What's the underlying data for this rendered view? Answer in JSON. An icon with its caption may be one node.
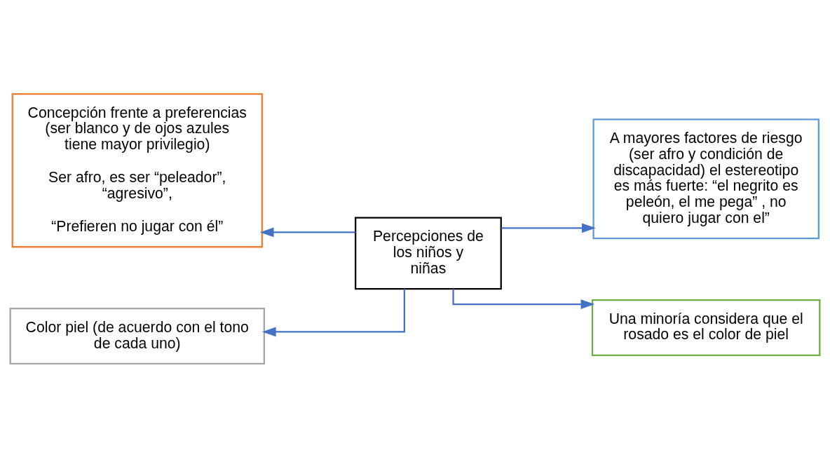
{
  "diagram": {
    "nodes": [
      {
        "text": [
          "Concepción frente a preferencias (ser blanco y de ojos azules tiene mayor privilegio)",
          "Ser afro, es ser “peleador”, “agresivo”,",
          "“Prefieren no jugar con él”"
        ]
      },
      {
        "text": [
          "A mayores factores de riesgo (ser afro y condición de discapacidad) el estereotipo es más fuerte: “el negrito es peleón, el me pega” , no quiero jugar con el”"
        ]
      },
      {
        "text": [
          "Percepciones de los niños y niñas"
        ]
      },
      {
        "text": [
          "Color piel (de acuerdo con el tono de cada uno)"
        ]
      },
      {
        "text": [
          "Una minoría considera que el rosado es el color de piel"
        ]
      }
    ],
    "edges": [
      {
        "from": 2,
        "to": 0,
        "arrow": "to"
      },
      {
        "from": 2,
        "to": 3,
        "arrow": "to"
      },
      {
        "from": 2,
        "to": 1,
        "arrow": "to"
      },
      {
        "from": 2,
        "to": 4,
        "arrow": "to"
      }
    ]
  }
}
